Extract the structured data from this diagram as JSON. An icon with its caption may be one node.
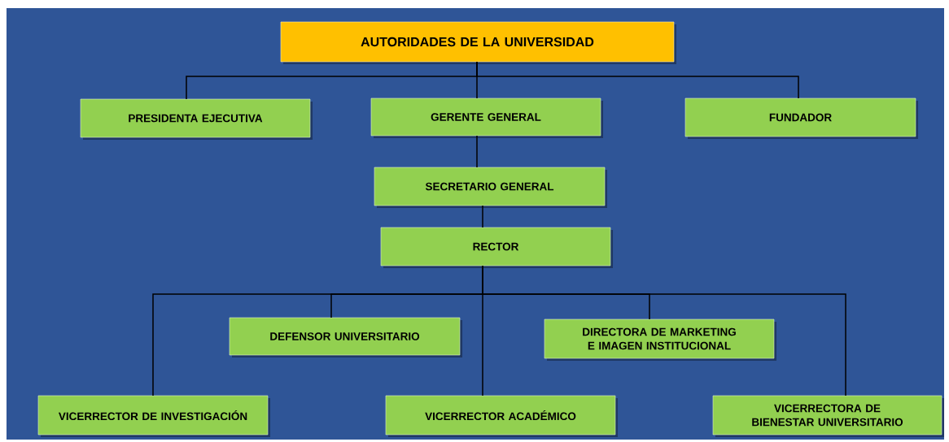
{
  "diagram": {
    "nodes": [
      {
        "text": [
          "AUTORIDADES DE LA UNIVERSIDAD"
        ]
      },
      {
        "text": [
          "PRESIDENTA EJECUTIVA"
        ]
      },
      {
        "text": [
          "GERENTE GENERAL"
        ]
      },
      {
        "text": [
          "FUNDADOR"
        ]
      },
      {
        "text": [
          "SECRETARIO GENERAL"
        ]
      },
      {
        "text": [
          "RECTOR"
        ]
      },
      {
        "text": [
          "DEFENSOR UNIVERSITARIO"
        ]
      },
      {
        "text": [
          "DIRECTORA DE MARKETING E IMAGEN INSTITUCIONAL"
        ]
      },
      {
        "text": [
          "VICERRECTOR DE INVESTIGACIÓN"
        ]
      },
      {
        "text": [
          "VICERRECTOR ACADÉMICO"
        ]
      },
      {
        "text": [
          "VICERRECTORA DE BIENESTAR UNIVERSITARIO"
        ]
      }
    ],
    "edges": [
      {
        "from": 0,
        "to": 1,
        "arrow": "none"
      },
      {
        "from": 0,
        "to": 2,
        "arrow": "none"
      },
      {
        "from": 0,
        "to": 3,
        "arrow": "none"
      },
      {
        "from": 2,
        "to": 4,
        "arrow": "none"
      },
      {
        "from": 4,
        "to": 5,
        "arrow": "none"
      },
      {
        "from": 5,
        "to": 8,
        "arrow": "none"
      },
      {
        "from": 5,
        "to": 6,
        "arrow": "none"
      },
      {
        "from": 5,
        "to": 9,
        "arrow": "none"
      },
      {
        "from": 5,
        "to": 7,
        "arrow": "none"
      },
      {
        "from": 5,
        "to": 10,
        "arrow": "none"
      }
    ]
  }
}
